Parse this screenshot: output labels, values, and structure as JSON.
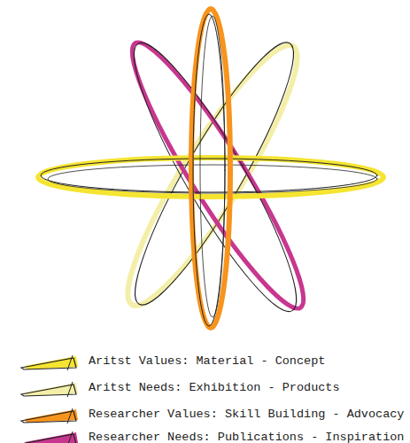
{
  "diagram": {
    "legend": [
      {
        "text": "Aritst Values: Material - Concept",
        "color": "#f5e431"
      },
      {
        "text": "Aritst Needs: Exhibition - Products",
        "color": "#f4efa8"
      },
      {
        "text": "Researcher Values: Skill Building - Advocacy",
        "color": "#f7941d"
      },
      {
        "text": "Researcher Needs: Publications - Inspiration",
        "color": "#c8378f"
      }
    ]
  }
}
